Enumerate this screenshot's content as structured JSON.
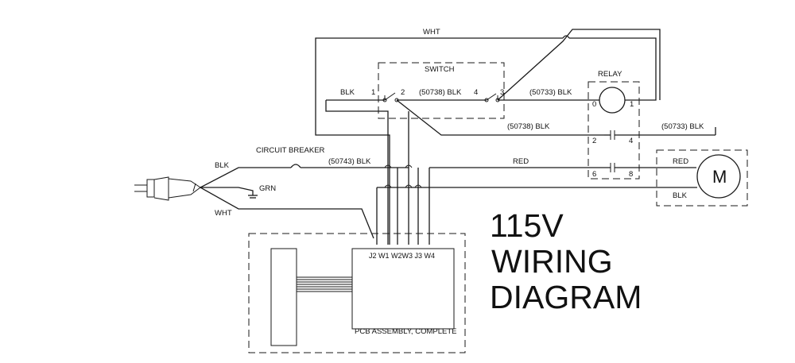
{
  "title": {
    "line1": "115V",
    "line2": "WIRING",
    "line3": "DIAGRAM"
  },
  "labels": {
    "wht_top": "WHT",
    "switch": "SWITCH",
    "relay": "RELAY",
    "blk_switch_in": "BLK",
    "sw_pin1": "1",
    "sw_pin2": "2",
    "sw_pin3": "3",
    "sw_pin4": "4",
    "wire_50738_top": "(50738) BLK",
    "wire_50733_top": "(50733) BLK",
    "relay_pin0": "0",
    "relay_pin1": "1",
    "relay_pin2": "2",
    "relay_pin4": "4",
    "relay_pin6": "6",
    "relay_pin8": "8",
    "wire_50738_mid": "(50738) BLK",
    "wire_50733_mid": "(50733) BLK",
    "circuit_breaker": "CIRCUIT BREAKER",
    "blk_plug": "BLK",
    "wire_50743": "(50743) BLK",
    "red": "RED",
    "red_motor": "RED",
    "grn": "GRN",
    "wht_plug": "WHT",
    "blk_motor": "BLK",
    "motor": "M",
    "pcb_terminals": "J2  W1  W2W3  J3  W4",
    "pcb_assembly": "PCB ASSEMBLY, COMPLETE"
  }
}
